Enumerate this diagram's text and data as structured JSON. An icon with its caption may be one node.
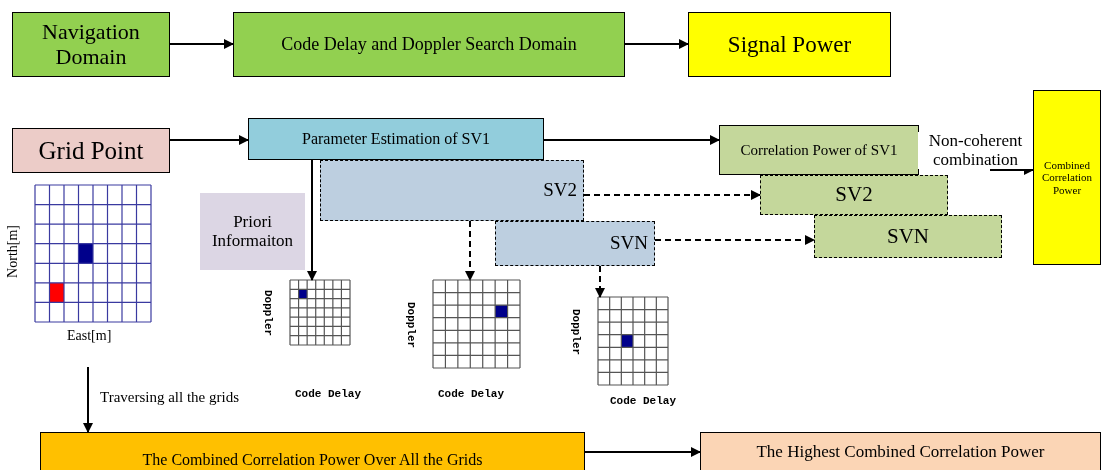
{
  "diagram": {
    "nodes": [
      {
        "text": [
          "Navigation Domain"
        ]
      },
      {
        "text": [
          "Code Delay and Doppler Search Domain"
        ]
      },
      {
        "text": [
          "Signal Power"
        ]
      },
      {
        "text": [
          "Grid Point"
        ]
      },
      {
        "text": [
          "Parameter Estimation of SV1"
        ]
      },
      {
        "text": [
          "SV2"
        ]
      },
      {
        "text": [
          "SVN"
        ]
      },
      {
        "text": [
          "Priori Informaiton"
        ]
      },
      {
        "text": [
          "Correlation Power of SV1"
        ]
      },
      {
        "text": [
          "SV2"
        ]
      },
      {
        "text": [
          "SVN"
        ]
      },
      {
        "text": [
          "Combined Correlation Power"
        ]
      },
      {
        "text": [],
        "shape": "picture",
        "beside": [
          "North[m]",
          "East[m]"
        ]
      },
      {
        "text": [],
        "shape": "picture",
        "beside": [
          "Doppler",
          "Code Delay"
        ]
      },
      {
        "text": [],
        "shape": "picture",
        "beside": [
          "Doppler",
          "Code Delay"
        ]
      },
      {
        "text": [],
        "shape": "picture",
        "beside": [
          "Doppler",
          "Code Delay"
        ]
      },
      {
        "text": [
          "The Combined Correlation Power Over All the Grids"
        ]
      },
      {
        "text": [
          "The Highest Combined Correlation Power"
        ]
      }
    ],
    "edges": [
      {
        "from": 0,
        "to": 1,
        "arrow": "to"
      },
      {
        "from": 1,
        "to": 2,
        "arrow": "to"
      },
      {
        "from": 3,
        "to": 4,
        "arrow": "to"
      },
      {
        "from": 4,
        "to": 8,
        "arrow": "to"
      },
      {
        "from": 5,
        "to": 9,
        "arrow": "to",
        "style": "dashed"
      },
      {
        "from": 6,
        "to": 10,
        "arrow": "to",
        "style": "dashed"
      },
      {
        "from": null,
        "to": 11,
        "arrow": "to",
        "label": "Non-coherent combination"
      },
      {
        "from": 4,
        "to": 13,
        "arrow": "to"
      },
      {
        "from": 5,
        "to": 14,
        "arrow": "to",
        "style": "dashed"
      },
      {
        "from": 6,
        "to": 15,
        "arrow": "to",
        "style": "dashed"
      },
      {
        "from": 12,
        "to": 16,
        "arrow": "to",
        "label": "Traversing all the grids"
      },
      {
        "from": 16,
        "to": 17,
        "arrow": "to"
      }
    ]
  }
}
